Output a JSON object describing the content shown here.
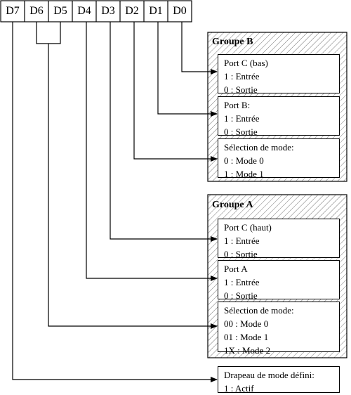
{
  "bits": [
    "D7",
    "D6",
    "D5",
    "D4",
    "D3",
    "D2",
    "D1",
    "D0"
  ],
  "groups": {
    "b": {
      "title": "Groupe B",
      "port_c_low": {
        "title": "Port C (bas)",
        "opt1": "1 : Entrée",
        "opt0": "0 : Sortie"
      },
      "port_b": {
        "title": "Port B:",
        "opt1": "1 : Entrée",
        "opt0": "0 : Sortie"
      },
      "mode_select": {
        "title": "Sélection de mode:",
        "opt0": "0 : Mode 0",
        "opt1": "1 : Mode 1"
      }
    },
    "a": {
      "title": "Groupe A",
      "port_c_high": {
        "title": "Port C (haut)",
        "opt1": "1 : Entrée",
        "opt0": "0 : Sortie"
      },
      "port_a": {
        "title": "Port A",
        "opt1": "1 : Entrée",
        "opt0": "0 : Sortie"
      },
      "mode_select": {
        "title": "Sélection de mode:",
        "opt00": "00 : Mode 0",
        "opt01": "01 : Mode 1",
        "opt1x": "1X : Mode 2"
      }
    }
  },
  "mode_flag": {
    "title": "Drapeau de mode défini:",
    "opt1": "1 : Actif"
  }
}
